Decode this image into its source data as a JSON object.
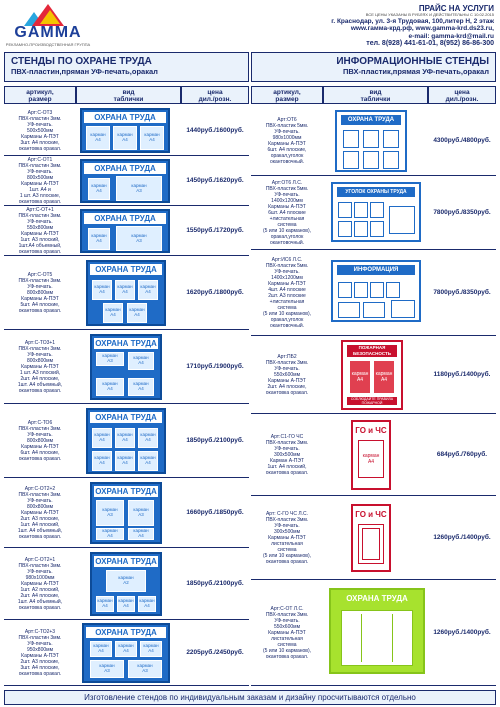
{
  "header": {
    "logo_name": "GAMMA",
    "logo_sub": "РЕКЛАМНО-ПРОИЗВОДСТВЕННАЯ ГРУППА",
    "price_title": "ПРАЙС НА УСЛУГИ",
    "note": "ВСЕ ЦЕНЫ УКАЗАНЫ В РУБЛЯХ И ДЕЙСТВИТЕЛЬНЫ С 10.02.2015",
    "address": "г. Краснодар, ул. 3-я Трудовая, 100,литер Н, 2 этаж",
    "site": "www.гамма-крд.рф, www.gamma-krd.ds23.ru,",
    "email": "e-mail: gamma-krd@mail.ru",
    "phone": "тел. 8(928) 441-61-01, 8(952) 86-86-300"
  },
  "left_section": {
    "title": "СТЕНДЫ ПО ОХРАНЕ ТРУДА",
    "subtitle": "ПВХ-пластин,пряман УФ-печать,оракал"
  },
  "right_section": {
    "title": "ИНФОРМАЦИОННЫЕ СТЕНДЫ",
    "subtitle": "ПВХ-пластик,прямая УФ-печать,оракал"
  },
  "columns": {
    "article": "артикул,\nразмер",
    "view": "вид\nтаблички",
    "price": "цена\nдил./розн."
  },
  "left_rows": [
    {
      "desc": "Арт:С-ОТ3\nПВХ-пластин 3мм.\nУФ-печать.\n500х500мм\nКарманы А-ПЭТ\n3шт. А4 плоские,\nокантовка оракал.",
      "price": "1440руб./1600руб.",
      "board_title": "ОХРАНА ТРУДА",
      "pocket": "карман\nА4"
    },
    {
      "desc": "Арт:С-ОТ1\nПВХ-пластин 3мм.\nУФ-печать.\n800х500мм\nКарманы А-ПЭТ\n1шт. А4 и\n1 шт. А3 плоские,\nокантовка оракал.",
      "price": "1450руб./1620руб.",
      "board_title": "ОХРАНА ТРУДА",
      "pocket": "карман\nА4",
      "pocket2": "карман\nА3"
    },
    {
      "desc": "Арт:С-ОТ+1\nПВХ-пластин 3мм.\nУФ-печать.\n550х800мм\nКарманы А-ПЭТ\n1шт. А3 плоский,\n1шт.А4 объемный,\nокантовка оракал.",
      "price": "1550руб./1720руб.",
      "board_title": "ОХРАНА ТРУДА",
      "pocket": "карман\nА4",
      "pocket2": "карман\nА3"
    },
    {
      "desc": "Арт:С-ОТ5\nПВХ-пластин 3мм.\nУФ-печать.\n800х800мм\nКарманы А-ПЭТ\n5шт. А4 плоские,\nокантовка оракал.",
      "price": "1620руб./1800руб.",
      "board_title": "ОХРАНА ТРУДА",
      "pocket": "карман\nА4"
    },
    {
      "desc": "Арт:С-ТО3+1\nПВХ-пластин 3мм.\nУФ-печать.\n800х800мм\nКарманы А-ПЭТ\n1 шт. А3 плоский,\n2шт. А4 плоские,\n1шт. А4 объемный,\nокантовка оракал.",
      "price": "1710руб./1900руб.",
      "board_title": "ОХРАНА ТРУДА",
      "pocket": "карман\nА4",
      "pocket2": "карман\nА3"
    },
    {
      "desc": "Арт:С-ТО6\nПВХ-пластин 3мм.\nУФ-печать.\n800х800мм\nКарманы А-ПЭТ\n6шт. А4 плоские,\nокантовка оракал.",
      "price": "1850руб./2100руб.",
      "board_title": "ОХРАНА ТРУДА",
      "pocket": "карман\nА4"
    },
    {
      "desc": "Арт:С-ОТ2+2\nПВХ-пластин 3мм.\nУФ-печать.\n800х800мм\nКарманы А-ПЭТ\n2шт. А3 плоские,\n1шт. А4 плоский,\n1шт. А4 объемный,\nокантовка оракал.",
      "price": "1660руб./1850руб.",
      "board_title": "ОХРАНА ТРУДА",
      "pocket": "карман\nА4",
      "pocket2": "карман\nА3"
    },
    {
      "desc": "Арт:С-ОТ2+1\nПВХ-пластин 3мм.\nУФ-печать.\n980х1000мм\nКарманы А-ПЭТ\n1шт. А2 плоский,\n2шт. А4 плоские,\n1шт. А4 объемный,\nокантовка оракал.",
      "price": "1850руб./2100руб.",
      "board_title": "ОХРАНА ТРУДА",
      "pocket": "карман\nА4",
      "pocket2": "карман\nА2"
    },
    {
      "desc": "Арт:С-ТО2+3\nПВХ-пластин 3мм.\nУФ-печать.\n950х800мм\nКарманы А-ПЭТ\n2шт. А3 плоские,\n3шт. А4 плоские,\nокантовка оракал.",
      "price": "2205руб./2450руб.",
      "board_title": "ОХРАНА ТРУДА",
      "pocket": "карман\nА4",
      "pocket2": "карман\nА3"
    }
  ],
  "right_rows": [
    {
      "desc": "Арт:ОТ6\nПВХ-пластик 5мм.\nУФ-печать.\n980х1000мм\nКарманы А-ПЭТ\n6шт. А4 плоские,\nоракал,уголок\nокантовочный.",
      "price": "4300руб./4800руб.",
      "board_title": "ОХРАНА ТРУДА"
    },
    {
      "desc": "Арт:ОТ6 Л.С.\nПВХ-пластик 5мм.\nУФ-печать.\n1400х1200мм\nКарманы А-ПЭТ\n6шт. А4 плоские\n+листательная\nсистема\n(5 или 10 карманов),\nоракал,уголок\nокантовочный.",
      "price": "7800руб./8350руб.",
      "board_title": "УГОЛОК ОХРАНЫ ТРУДА"
    },
    {
      "desc": "Арт:ИС6 Л.С.\nПВХ-пластик 5мм.\nУФ-печать.\n1400х1200мм\nКарманы А-ПЭТ\n4шт. А4 плоские\n2шт. А3 плоские\n+листательная\nсистема\n(5 или 10 карманов),\nоракал,уголок\nокантовочный.",
      "price": "7800руб./8350руб.",
      "board_title": "ИНФОРМАЦИЯ"
    },
    {
      "desc": "Арт:ПБ2\nПВХ-пластик 3мм.\nУФ-печать.\n550х600мм\nКарманы А-ПЭТ\n2шт. А4 плоские,\nокантовка оракал.",
      "price": "1180руб./1400руб.",
      "board_title": "ПОЖАРНАЯ БЕЗОПАСНОСТЬ",
      "board_footer": "СОБЛЮДАЙТЕ ПРАВИЛА ПОЖАРНОЙ БЕЗОПАСНОСТИ",
      "pocket": "карман\nА4"
    },
    {
      "desc": "Арт:С1-ГО ЧС\nПВХ-пластик 3мм.\nУФ-печать.\n300х500мм\nКарман А-ПЭТ\n1шт. А4 плоский,\nокантовка оракал.",
      "price": "684руб./760руб.",
      "board_title": "ГО и ЧС",
      "pocket": "карман\nА4"
    },
    {
      "desc": "Арт: С-ГО ЧС Л.С.\nПВХ-пластик 3мм.\nУФ-печать.\n300х500мм\nКарманы А-ПЭТ\nлистательная\nсистема\n(5 или 10 карманов),\nокантовка оракал.",
      "price": "1260руб./1400руб.",
      "board_title": "ГО и ЧС"
    },
    {
      "desc": "Арт:С-ОТ Л.С.\nПВХ-пластик 3мм.\nУФ-печать.\n550х600мм\nКарманы А-ПЭТ\nлистательная\nсистема\n(5 или 10 карманов),\nокантовка оракал.",
      "price": "1260руб./1400руб.",
      "board_title": "ОХРАНА ТРУДА"
    }
  ],
  "footer": "Изготовление стендов по индивидуальным заказам и дизайну просчитываются отдельно",
  "colors": {
    "navy": "#1a2a6c",
    "board_blue": "#1f6bc6",
    "red": "#c8102e",
    "lime": "#a7e22e"
  }
}
